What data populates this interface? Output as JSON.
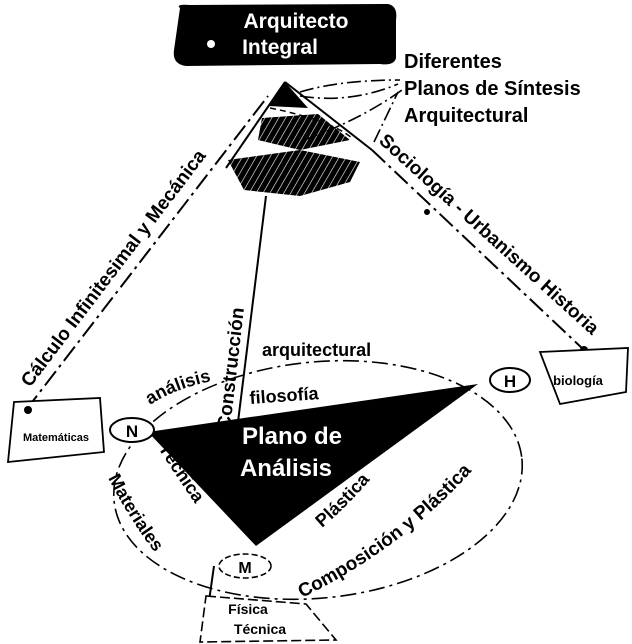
{
  "title": {
    "line1": "Arquitecto",
    "line2": "Integral"
  },
  "synthesis": {
    "line1": "Diferentes",
    "line2": "Planos de Síntesis",
    "line3": "Arquitectural"
  },
  "edges": {
    "left": "Cálculo Infinitesimal y Mecánica",
    "center": "Construcción",
    "right": "Sociología - Urbanismo Historia"
  },
  "arcs": {
    "analisis": "análisis",
    "arquitectural": "arquitectural",
    "filosofia": "filosofía",
    "tecnica": "Técnica",
    "materiales": "Materiales",
    "plastica": "Plástica",
    "composicion": "Composición y Plástica"
  },
  "plane": {
    "line1": "Plano de",
    "line2": "Análisis"
  },
  "nodes": {
    "matematicas": "Matemáticas",
    "biologia": "biología",
    "fisica_line1": "Física",
    "fisica_line2": "Técnica"
  },
  "vertex_marks": {
    "left": "N",
    "right": "H",
    "bottom": "M"
  },
  "colors": {
    "ink": "#000000",
    "paper": "#ffffff"
  }
}
